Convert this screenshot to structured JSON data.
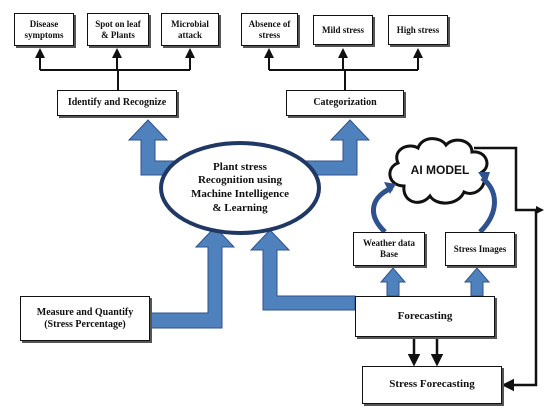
{
  "colors": {
    "arrow_fill": "#4f81bd",
    "arrow_stroke": "#2f528f",
    "ellipse_stroke": "#1f3864",
    "line": "#111111"
  },
  "top_left_boxes": [
    "Disease\nsymptoms",
    "Spot on leaf\n& Plants",
    "Microbial\nattack"
  ],
  "top_right_boxes": [
    "Absence of\nstress",
    "Mild stress",
    "High stress"
  ],
  "identify": "Identify and Recognize",
  "categorization": "Categorization",
  "center": "Plant stress\nRecognition using\nMachine Intelligence\n& Learning",
  "ai_model": "AI MODEL",
  "weather": "Weather data\nBase",
  "stress_images": "Stress Images",
  "measure": "Measure and Quantify\n(Stress Percentage)",
  "forecasting": "Forecasting",
  "stress_forecasting": "Stress Forecasting"
}
